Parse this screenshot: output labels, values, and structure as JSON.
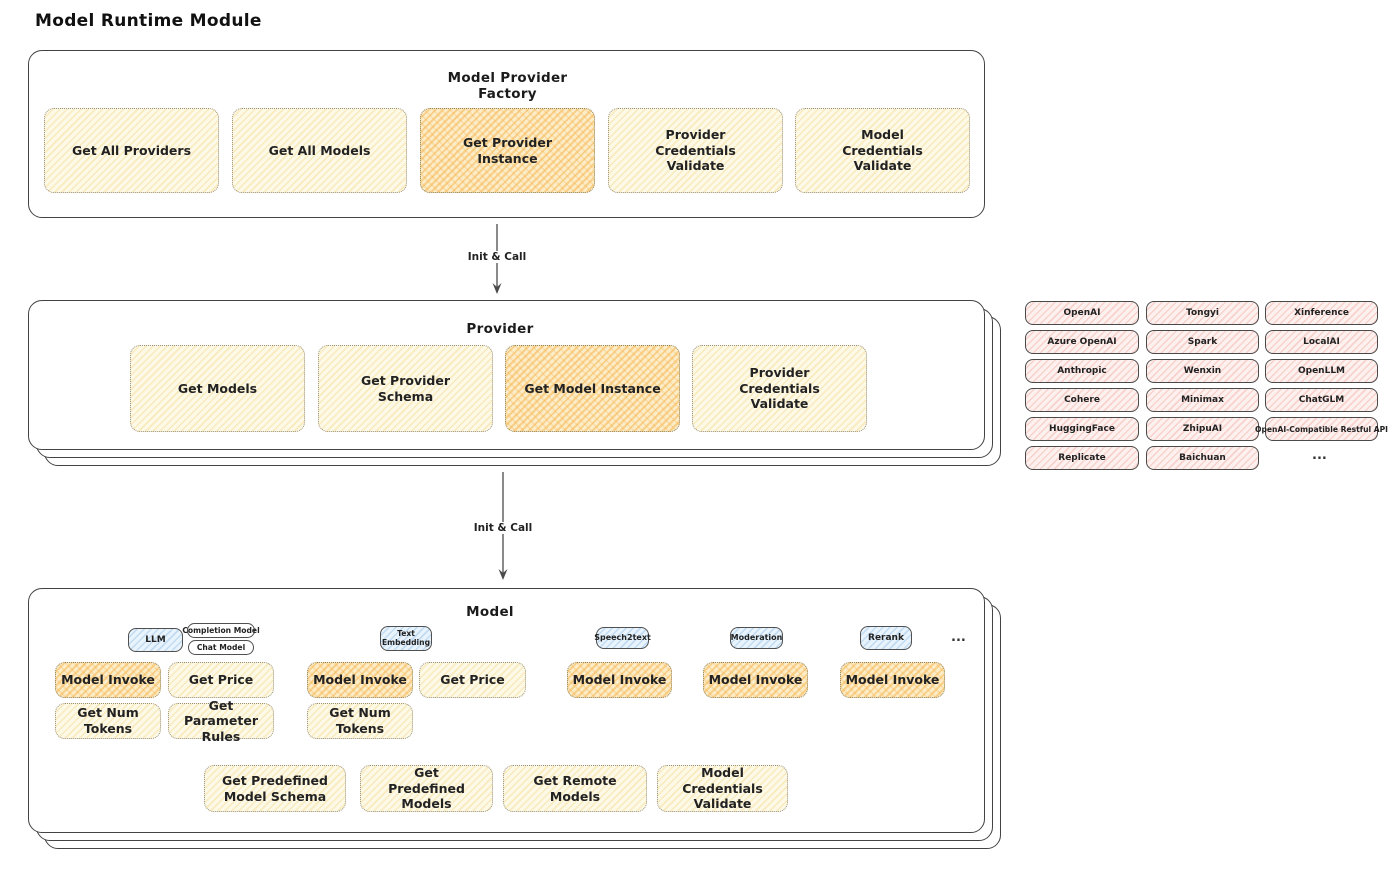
{
  "page_title": "Model Runtime Module",
  "flow": {
    "init_call_1": "Init & Call",
    "init_call_2": "Init & Call"
  },
  "factory": {
    "title": "Model Provider Factory",
    "items": [
      {
        "label": "Get All Providers",
        "highlighted": false
      },
      {
        "label": "Get All Models",
        "highlighted": false
      },
      {
        "label": "Get Provider Instance",
        "highlighted": true
      },
      {
        "label": "Provider Credentials Validate",
        "highlighted": false
      },
      {
        "label": "Model Credentials Validate",
        "highlighted": false
      }
    ]
  },
  "provider": {
    "title": "Provider",
    "items": [
      {
        "label": "Get Models",
        "highlighted": false
      },
      {
        "label": "Get Provider Schema",
        "highlighted": false
      },
      {
        "label": "Get Model Instance",
        "highlighted": true
      },
      {
        "label": "Provider Credentials Validate",
        "highlighted": false
      }
    ]
  },
  "providers_list": {
    "cells": [
      "OpenAI",
      "Tongyi",
      "Xinference",
      "Azure OpenAI",
      "Spark",
      "LocalAI",
      "Anthropic",
      "Wenxin",
      "OpenLLM",
      "Cohere",
      "Minimax",
      "ChatGLM",
      "HuggingFace",
      "ZhipuAI",
      "OpenAI-Compatible Restful API",
      "Replicate",
      "Baichuan"
    ],
    "more": "..."
  },
  "model": {
    "title": "Model",
    "type_tags": [
      "LLM",
      "Text Embedding",
      "Speech2text",
      "Moderation",
      "Rerank"
    ],
    "sub_tags": [
      "Completion Model",
      "Chat Model"
    ],
    "more": "...",
    "functions": {
      "llm": [
        "Model Invoke",
        "Get Price",
        "Get Num Tokens",
        "Get Parameter Rules"
      ],
      "text_embedding": [
        "Model Invoke",
        "Get Price",
        "Get Num Tokens"
      ],
      "speech2text": [
        "Model Invoke"
      ],
      "moderation": [
        "Model Invoke"
      ],
      "rerank": [
        "Model Invoke"
      ]
    },
    "common": [
      "Get Predefined Model Schema",
      "Get Predefined Models",
      "Get Remote Models",
      "Model Credentials Validate"
    ]
  },
  "colors": {
    "box_yellow": "#fdf9e7",
    "box_orange_highlight": "#fbe3ae",
    "provider_cell_pink": "#fdeeec",
    "tag_blue": "#e8f3fb",
    "outline_dark": "#434343",
    "dotted_border": "#99917c"
  }
}
